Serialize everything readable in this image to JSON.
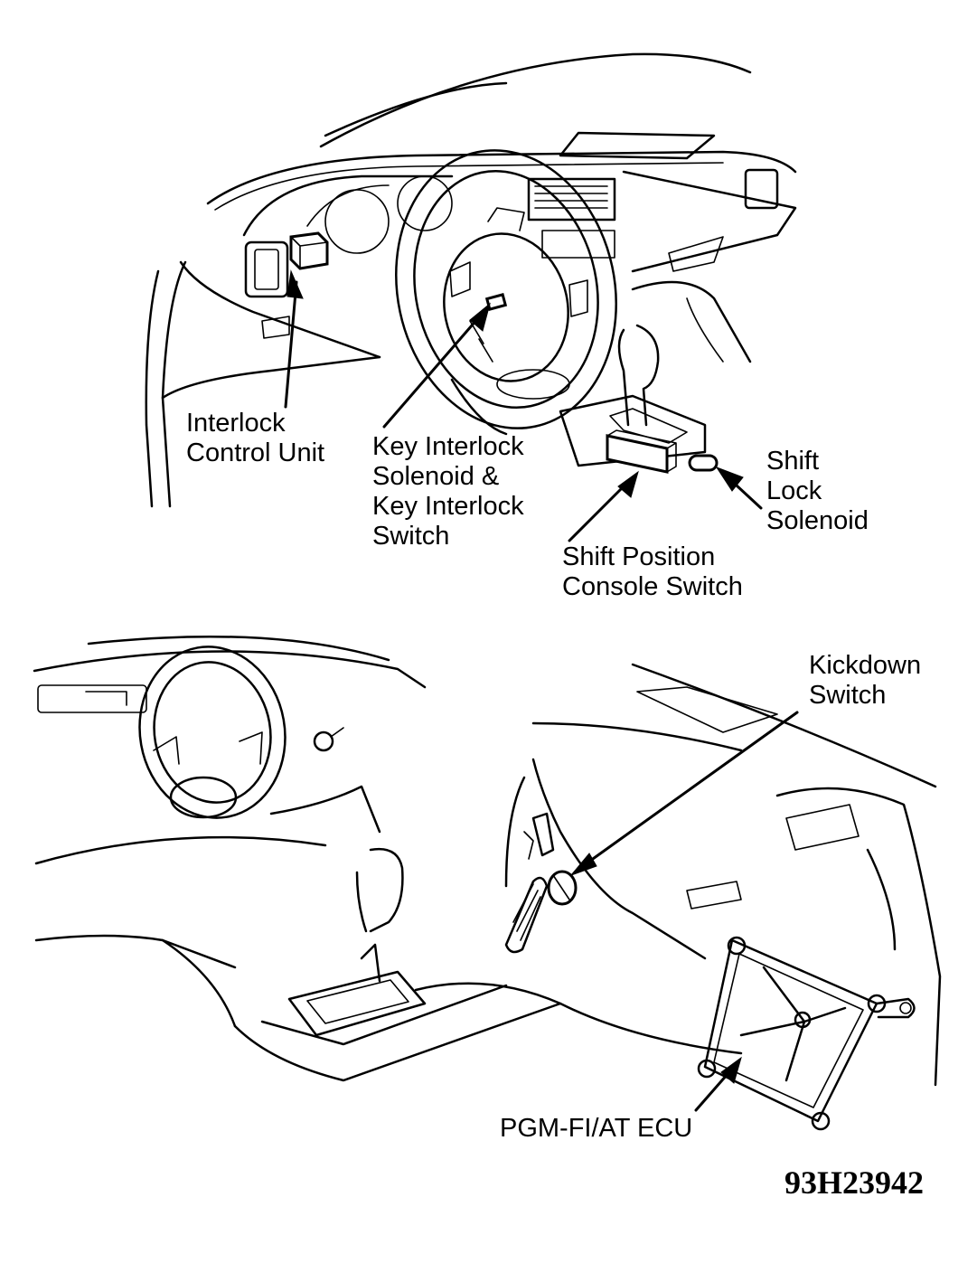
{
  "labels": {
    "interlock_control_unit": "Interlock\nControl Unit",
    "key_interlock": "Key Interlock\nSolenoid &\nKey Interlock\nSwitch",
    "shift_lock_solenoid": "Shift\nLock\nSolenoid",
    "shift_position_console_switch": "Shift Position\nConsole Switch",
    "kickdown_switch": "Kickdown\nSwitch",
    "pgm_fi_at_ecu": "PGM-FI/AT ECU"
  },
  "figure_id": "93H23942"
}
